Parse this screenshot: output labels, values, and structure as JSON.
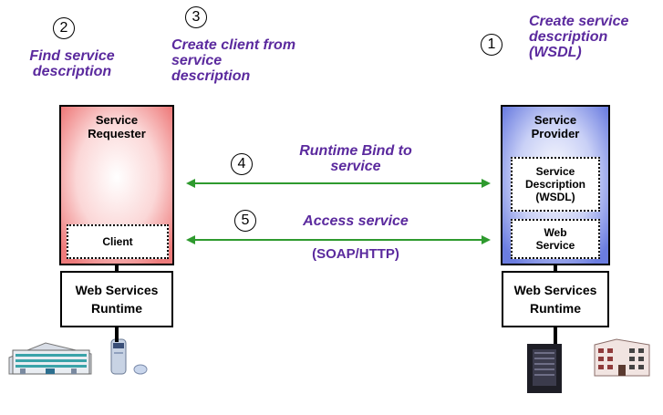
{
  "steps": [
    {
      "num": "1",
      "text_lines": [
        "Create service",
        "description",
        "(WSDL)"
      ]
    },
    {
      "num": "2",
      "text_lines": [
        "Find service",
        "description"
      ]
    },
    {
      "num": "3",
      "text_lines": [
        "Create client from",
        "service",
        "description"
      ]
    },
    {
      "num": "4",
      "text_lines": [
        "Runtime Bind to",
        "service"
      ]
    },
    {
      "num": "5",
      "text_lines": [
        "Access service"
      ],
      "protocol": "(SOAP/HTTP)"
    }
  ],
  "requester": {
    "title_lines": [
      "Service",
      "Requester"
    ],
    "client": "Client",
    "runtime_lines": [
      "Web Services",
      "Runtime"
    ]
  },
  "provider": {
    "title_lines": [
      "Service",
      "Provider"
    ],
    "description_lines": [
      "Service",
      "Description",
      "(WSDL)"
    ],
    "web_service_lines": [
      "Web",
      "Service"
    ],
    "runtime_lines": [
      "Web Services",
      "Runtime"
    ]
  },
  "colors": {
    "purple": "#5b2a9e",
    "arrow": "#2e9a2e",
    "requester_fill": "#f08080",
    "provider_fill": "#6c7ee0"
  },
  "icons": [
    "office-building-icon",
    "client-workstation-icon",
    "mainframe-server-icon",
    "apartment-building-icon"
  ]
}
